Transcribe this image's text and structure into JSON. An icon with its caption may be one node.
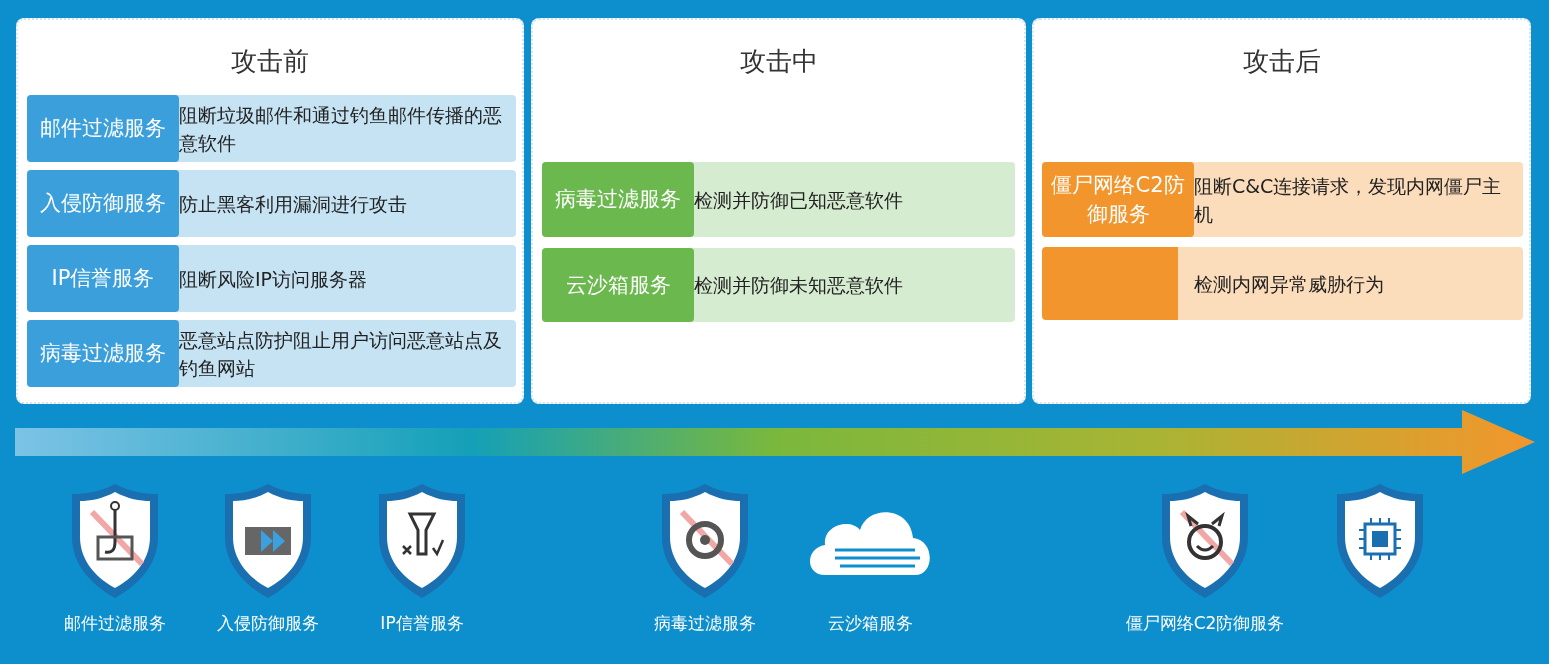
{
  "diagram": {
    "nodes": [
      {
        "text": [
          "攻击前"
        ]
      },
      {
        "text": [
          "邮件过滤服务",
          "阻断垃圾邮件和通过钓鱼邮件传播的恶意软件"
        ],
        "in": 0
      },
      {
        "text": [
          "入侵防御服务",
          "防止黑客利用漏洞进行攻击"
        ],
        "in": 0
      },
      {
        "text": [
          "IP信誉服务",
          "阻断风险IP访问服务器"
        ],
        "in": 0
      },
      {
        "text": [
          "病毒过滤服务",
          "恶意站点防护阻止用户访问恶意站点及钓鱼网站"
        ],
        "in": 0
      },
      {
        "text": [
          "攻击中"
        ]
      },
      {
        "text": [
          "病毒过滤服务",
          "检测并防御已知恶意软件"
        ],
        "in": 5
      },
      {
        "text": [
          "云沙箱服务",
          "检测并防御未知恶意软件"
        ],
        "in": 5
      },
      {
        "text": [
          "攻击后"
        ]
      },
      {
        "text": [
          "僵尸网络C2防御服务",
          "阻断C&C连接请求，发现内网僵尸主机"
        ],
        "in": 8
      },
      {
        "text": [
          "检测内网异常威胁行为"
        ],
        "in": 8
      }
    ],
    "labels": [
      "邮件过滤服务",
      "入侵防御服务",
      "IP信誉服务",
      "病毒过滤服务",
      "云沙箱服务",
      "僵尸网络C2防御服务"
    ]
  }
}
